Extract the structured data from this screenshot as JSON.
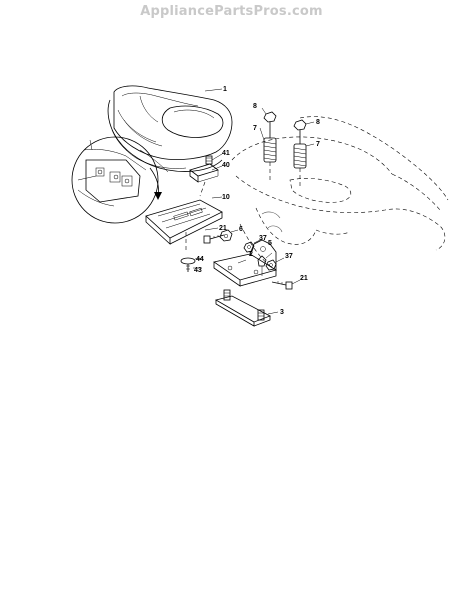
{
  "watermark": "AppliancePartsPros.com",
  "callouts": {
    "c1": "1",
    "c2": "2",
    "c3": "3",
    "c5": "5",
    "c6": "6",
    "c7a": "7",
    "c7b": "7",
    "c8a": "8",
    "c8b": "8",
    "c10": "10",
    "c21a": "21",
    "c21b": "21",
    "c37a": "37",
    "c37b": "37",
    "c40": "40",
    "c41": "41",
    "c43": "43",
    "c44": "44"
  }
}
